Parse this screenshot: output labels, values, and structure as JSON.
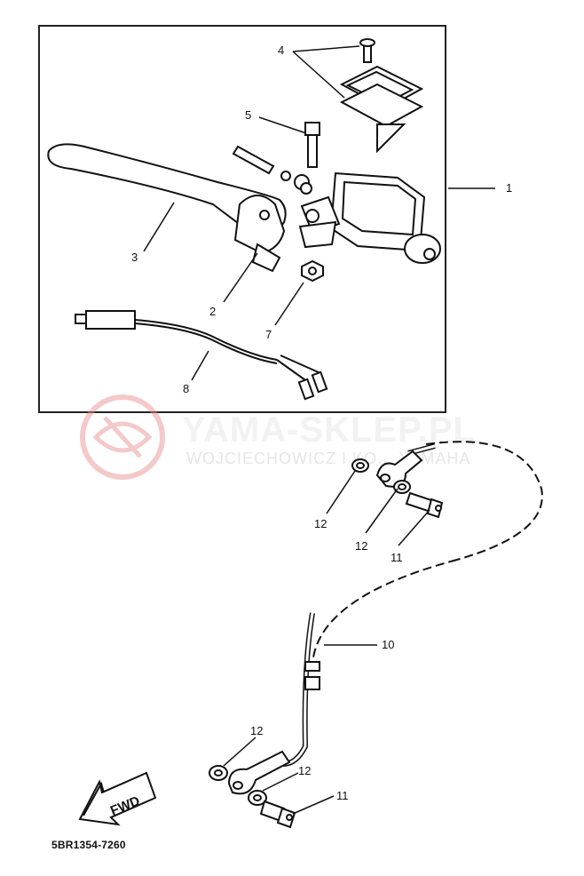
{
  "watermark": {
    "title": "YAMA-SKLEP.PL",
    "subtitle": "WOJCIECHOWICZ I KO… YAMAHA",
    "logo_icon": "yama-sklep-logo-icon",
    "color": "#e88a8a"
  },
  "diagram_code": "5BR1354-7260",
  "fwd_label": "FWD",
  "callouts": [
    {
      "id": "1",
      "text": "1"
    },
    {
      "id": "2",
      "text": "2"
    },
    {
      "id": "3",
      "text": "3"
    },
    {
      "id": "4",
      "text": "4"
    },
    {
      "id": "5",
      "text": "5"
    },
    {
      "id": "7",
      "text": "7"
    },
    {
      "id": "8",
      "text": "8"
    },
    {
      "id": "10",
      "text": "10"
    },
    {
      "id": "11a",
      "text": "11"
    },
    {
      "id": "11b",
      "text": "11"
    },
    {
      "id": "12a",
      "text": "12"
    },
    {
      "id": "12b",
      "text": "12"
    },
    {
      "id": "12c",
      "text": "12"
    },
    {
      "id": "12d",
      "text": "12"
    }
  ]
}
